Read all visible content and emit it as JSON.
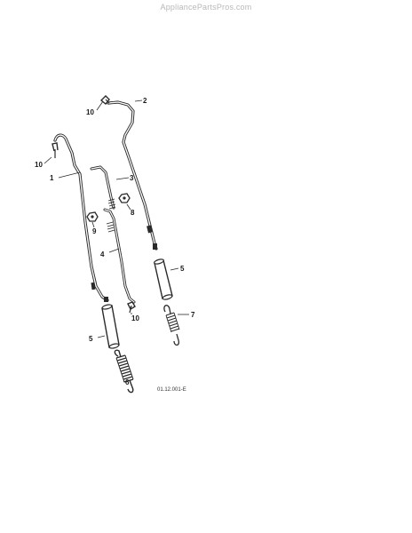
{
  "watermark": "AppliancePartsPros.com",
  "drawing_code": "01.12.001-E",
  "callouts": {
    "c1": "1",
    "c2": "2",
    "c3": "3",
    "c4": "4",
    "c5a": "5",
    "c5b": "5",
    "c6": "6",
    "c7": "7",
    "c8": "8",
    "c9": "9",
    "c10a": "10",
    "c10b": "10",
    "c10c": "10"
  }
}
